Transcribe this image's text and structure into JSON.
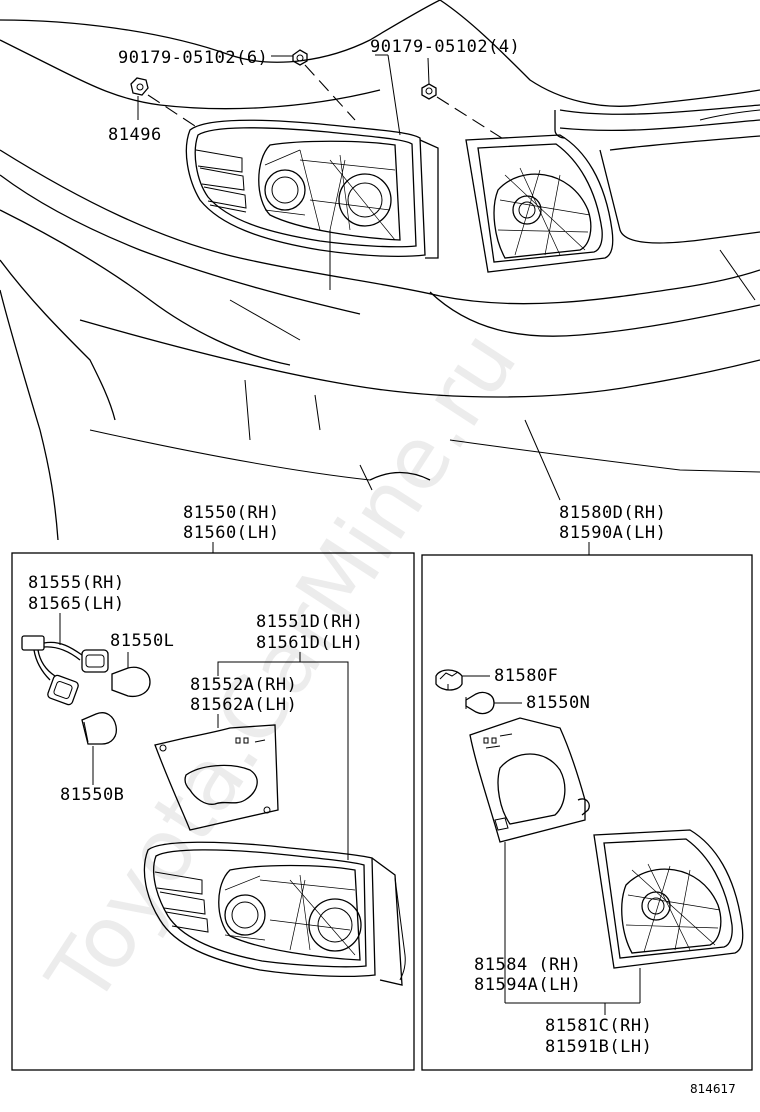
{
  "watermark": "Toyota.CarMine.ru",
  "figure_number": "814617",
  "top_labels": {
    "bolt_lh": "90179-05102(6)",
    "bolt_rh": "90179-05102(4)",
    "clip": "81496"
  },
  "outer_assembly": {
    "rh": "81550(RH)",
    "lh": "81560(LH)",
    "socket_rh": "81555(RH)",
    "socket_lh": "81565(LH)",
    "bulb_l": "81550L",
    "bulb_b": "81550B",
    "lens_rh": "81551D(RH)",
    "lens_lh": "81561D(LH)",
    "gasket_rh": "81552A(RH)",
    "gasket_lh": "81562A(LH)"
  },
  "inner_assembly": {
    "rh": "81580D(RH)",
    "lh": "81590A(LH)",
    "socket": "81580F",
    "bulb_n": "81550N",
    "gasket_rh": "81584 (RH)",
    "gasket_lh": "81594A(LH)",
    "lens_rh": "81581C(RH)",
    "lens_lh": "81591B(LH)"
  }
}
